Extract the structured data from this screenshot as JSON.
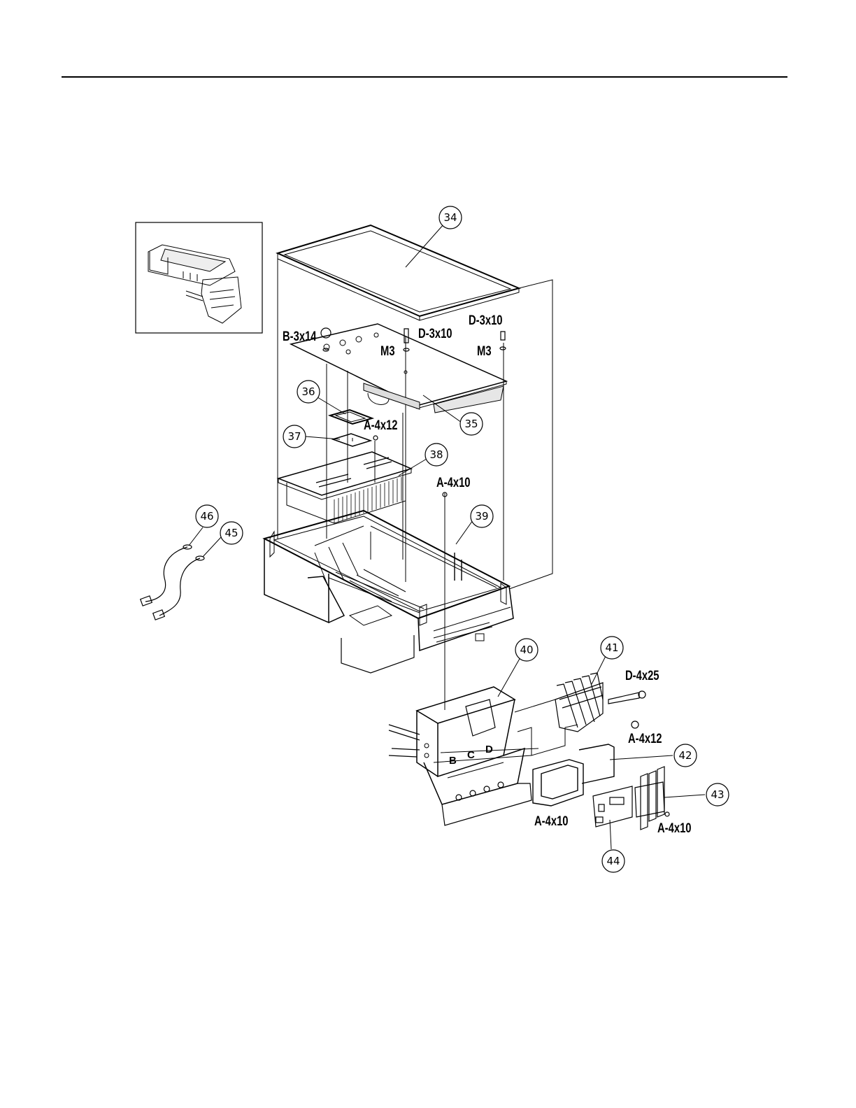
{
  "callouts": [
    "34",
    "35",
    "36",
    "37",
    "38",
    "39",
    "40",
    "41",
    "42",
    "43",
    "44",
    "45",
    "46"
  ],
  "hardware": {
    "b3x14": "B-3x14",
    "d3x10_left": "D-3x10",
    "d3x10_right": "D-3x10",
    "m3_left": "M3",
    "m3_right": "M3",
    "a4x12_top": "A-4x12",
    "a4x10_top": "A-4x10",
    "d4x25": "D-4x25",
    "a4x12_right": "A-4x12",
    "a4x10_bottom_left": "A-4x10",
    "a4x10_bottom_right": "A-4x10"
  },
  "panel_letters": [
    "B",
    "C",
    "D"
  ],
  "colors": {
    "line": "#000000",
    "background": "#ffffff"
  }
}
